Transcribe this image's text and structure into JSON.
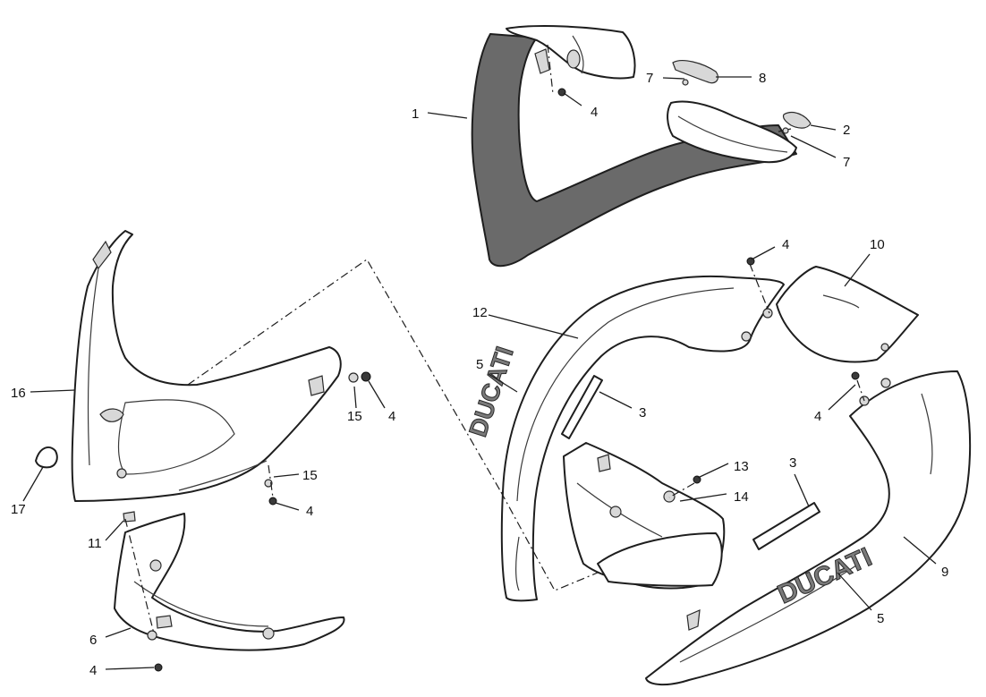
{
  "callouts": {
    "c1": "1",
    "c2": "2",
    "c3a": "3",
    "c3b": "3",
    "c4a": "4",
    "c4b": "4",
    "c4c": "4",
    "c4d": "4",
    "c4e": "4",
    "c4f": "4",
    "c5a": "5",
    "c5b": "5",
    "c6": "6",
    "c7a": "7",
    "c7b": "7",
    "c8": "8",
    "c9": "9",
    "c10": "10",
    "c11": "11",
    "c12": "12",
    "c13": "13",
    "c14": "14",
    "c15a": "15",
    "c15b": "15",
    "c16": "16",
    "c17": "17"
  },
  "logos": {
    "left_fairing": "DUCATI",
    "right_fairing": "DUCATI"
  },
  "colors": {
    "line": "#1e1e1e",
    "headlight_fairing_fill": "#6a6a6a",
    "part_fill": "#ffffff",
    "logo_fill": "#7a7a7a"
  }
}
